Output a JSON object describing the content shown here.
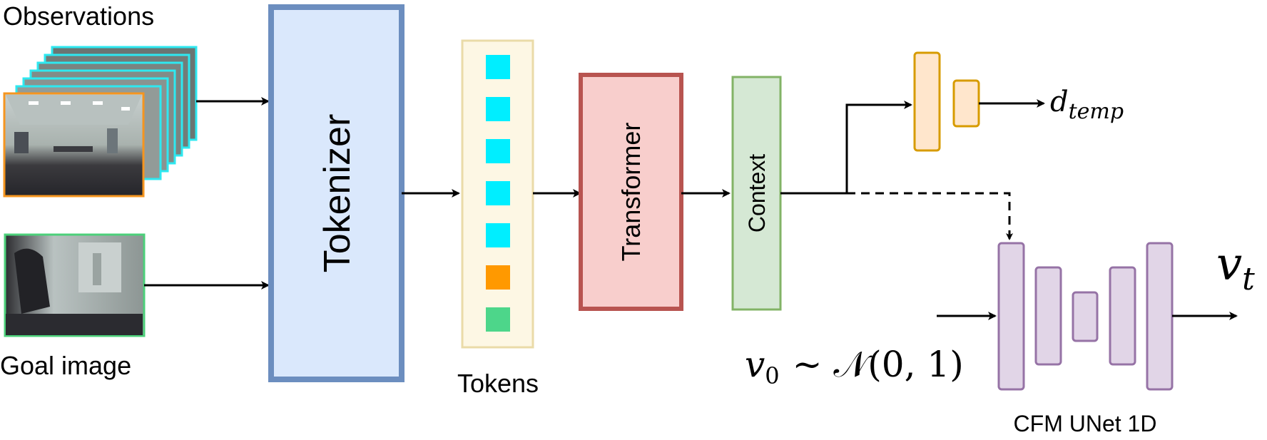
{
  "inputs": {
    "observations_label": "Observations",
    "goal_label": "Goal image"
  },
  "blocks": {
    "tokenizer": "Tokenizer",
    "tokens_label": "Tokens",
    "transformer": "Transformer",
    "context": "Context",
    "unet_label": "CFM UNet 1D"
  },
  "outputs": {
    "d_main": "d",
    "d_sub": "temp",
    "v_main": "v",
    "v_sub": "t",
    "noise_v": "v",
    "noise_sub": "0",
    "noise_rest": "~ 𝒩(0, 1)"
  },
  "colors": {
    "tokenizer_fill": "#dae8fc",
    "tokenizer_stroke": "#6c8ebf",
    "tokens_fill": "#fdf7e4",
    "tokens_stroke": "#eadba8",
    "token_cyan": "#00eeff",
    "token_orange": "#ff9900",
    "token_green": "#4dd68a",
    "transformer_fill": "#f8cecc",
    "transformer_stroke": "#b85450",
    "context_fill": "#d5e8d4",
    "context_stroke": "#82b366",
    "temp_fill": "#ffe6cc",
    "temp_stroke": "#d79b00",
    "unet_fill": "#e1d5e7",
    "unet_stroke": "#9673a6",
    "obs_frame": "#2ee8f0",
    "obs_front_frame": "#f5951f",
    "goal_frame": "#4cd07a"
  },
  "tokens": [
    "cyan",
    "cyan",
    "cyan",
    "cyan",
    "cyan",
    "orange",
    "green"
  ],
  "icons": {
    "observation_stack": "camera-frames-icon",
    "goal_image": "goal-photo-icon"
  }
}
